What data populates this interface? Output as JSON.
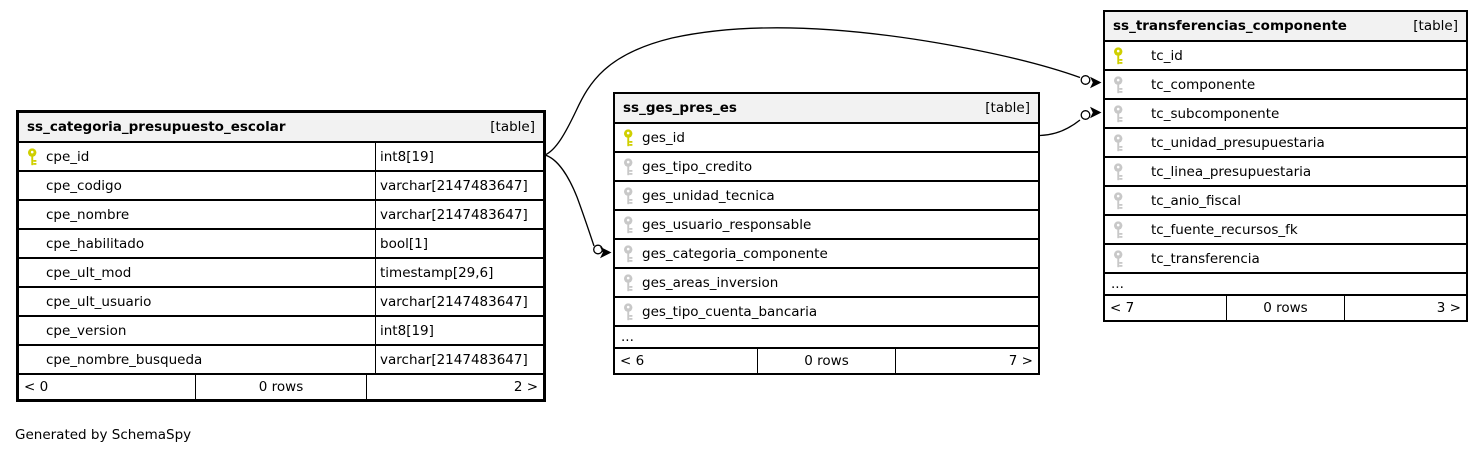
{
  "diagram": {
    "generator_note": "Generated by SchemaSpy"
  },
  "tables": [
    {
      "name": "ss_categoria_presupuesto_escolar",
      "tag": "[table]",
      "columns": [
        {
          "name": "cpe_id",
          "type": "int8[19]",
          "key": "primary"
        },
        {
          "name": "cpe_codigo",
          "type": "varchar[2147483647]",
          "key": "none"
        },
        {
          "name": "cpe_nombre",
          "type": "varchar[2147483647]",
          "key": "none"
        },
        {
          "name": "cpe_habilitado",
          "type": "bool[1]",
          "key": "none"
        },
        {
          "name": "cpe_ult_mod",
          "type": "timestamp[29,6]",
          "key": "none"
        },
        {
          "name": "cpe_ult_usuario",
          "type": "varchar[2147483647]",
          "key": "none"
        },
        {
          "name": "cpe_version",
          "type": "int8[19]",
          "key": "none"
        },
        {
          "name": "cpe_nombre_busqueda",
          "type": "varchar[2147483647]",
          "key": "none"
        }
      ],
      "footer": {
        "left": "< 0",
        "center": "0 rows",
        "right": "2 >"
      }
    },
    {
      "name": "ss_ges_pres_es",
      "tag": "[table]",
      "columns": [
        {
          "name": "ges_id",
          "key": "primary"
        },
        {
          "name": "ges_tipo_credito",
          "key": "foreign"
        },
        {
          "name": "ges_unidad_tecnica",
          "key": "foreign"
        },
        {
          "name": "ges_usuario_responsable",
          "key": "foreign"
        },
        {
          "name": "ges_categoria_componente",
          "key": "foreign"
        },
        {
          "name": "ges_areas_inversion",
          "key": "foreign"
        },
        {
          "name": "ges_tipo_cuenta_bancaria",
          "key": "foreign"
        }
      ],
      "ellipsis": "...",
      "footer": {
        "left": "< 6",
        "center": "0 rows",
        "right": "7 >"
      }
    },
    {
      "name": "ss_transferencias_componente",
      "tag": "[table]",
      "columns": [
        {
          "name": "tc_id",
          "key": "primary"
        },
        {
          "name": "tc_componente",
          "key": "foreign"
        },
        {
          "name": "tc_subcomponente",
          "key": "foreign"
        },
        {
          "name": "tc_unidad_presupuestaria",
          "key": "foreign"
        },
        {
          "name": "tc_linea_presupuestaria",
          "key": "foreign"
        },
        {
          "name": "tc_anio_fiscal",
          "key": "foreign"
        },
        {
          "name": "tc_fuente_recursos_fk",
          "key": "foreign"
        },
        {
          "name": "tc_transferencia",
          "key": "foreign"
        }
      ],
      "ellipsis": "...",
      "footer": {
        "left": "< 7",
        "center": "0 rows",
        "right": "3 >"
      }
    }
  ],
  "relationships": [
    {
      "from": "ss_categoria_presupuesto_escolar.cpe_id",
      "to": "ss_ges_pres_es.ges_categoria_componente"
    },
    {
      "from": "ss_categoria_presupuesto_escolar.cpe_id",
      "to": "ss_transferencias_componente.tc_componente"
    },
    {
      "from": "ss_ges_pres_es.ges_id",
      "to": "ss_transferencias_componente.tc_subcomponente"
    }
  ],
  "colors": {
    "primary_key": "#cfcf00",
    "foreign_key": "#c8c8c8",
    "header_bg": "#f2f2f2",
    "border": "#000000",
    "background": "#ffffff"
  }
}
